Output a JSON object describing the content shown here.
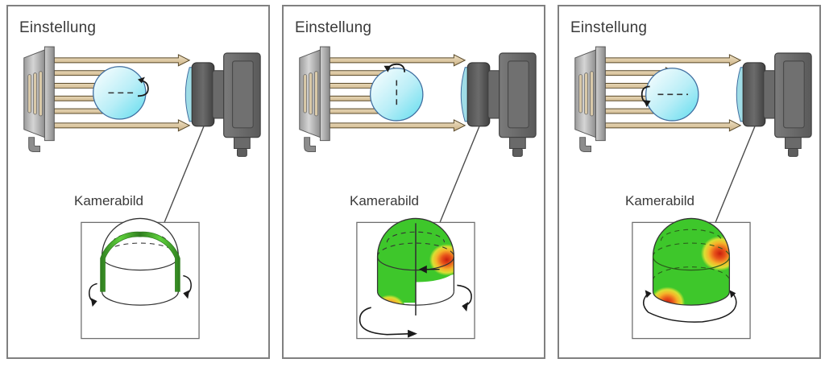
{
  "figure": {
    "background_color": "#ffffff",
    "panel_border_color": "#808080",
    "panel_count": 3
  },
  "labels": {
    "setting": "Einstellung",
    "camera_image": "Kamerabild"
  },
  "colors": {
    "beam_fill": "#e8d9b8",
    "beam_stroke": "#5a4a2a",
    "sphere_fill_light": "#ffffff",
    "sphere_fill_dark": "#7fe3f0",
    "sphere_stroke": "#3a5a8a",
    "camera_body": "#6e6e6e",
    "camera_body_dark": "#555555",
    "lamp_body": "#b8b8b8",
    "lamp_slot": "#d9c9a8",
    "dome_green": "#3ec72b",
    "dome_green_dark": "#2f7d1f",
    "hotspot_core": "#d62a14",
    "hotspot_mid": "#f08a1a",
    "hotspot_outer": "#f2e033",
    "outline": "#3a3a3a",
    "text": "#3a3a3a"
  },
  "panels": [
    {
      "id": "panel-0",
      "title": "Einstellung",
      "camera_image_label": "Kamerabild",
      "rotation_axis": "horizontal",
      "rotation_axis_dash_style": "dashed",
      "rotation_arrow_position": "right-of-sphere",
      "rotation_arrow_direction": "up",
      "dome_coverage": "edges-only",
      "dome_green_fill": false,
      "dome_edge_stripes": 2,
      "hotspot_count": 0,
      "dome_base_arrows": 2,
      "vertical_divider": false,
      "base_rotation_ring": false
    },
    {
      "id": "panel-1",
      "title": "Einstellung",
      "camera_image_label": "Kamerabild",
      "rotation_axis": "vertical",
      "rotation_axis_dash_style": "dashed",
      "rotation_arrow_position": "above-sphere",
      "rotation_arrow_direction": "left",
      "dome_coverage": "partial",
      "dome_green_fill": true,
      "dome_edge_stripes": 0,
      "hotspot_count": 2,
      "dome_base_arrows": 2,
      "vertical_divider": true,
      "base_rotation_ring": false
    },
    {
      "id": "panel-2",
      "title": "Einstellung",
      "camera_image_label": "Kamerabild",
      "rotation_axis": "horizontal",
      "rotation_axis_dash_style": "dashed",
      "rotation_arrow_position": "left-of-sphere",
      "rotation_arrow_direction": "down",
      "dome_coverage": "full",
      "dome_green_fill": true,
      "dome_edge_stripes": 0,
      "hotspot_count": 2,
      "dome_base_arrows": 2,
      "vertical_divider": false,
      "base_rotation_ring": true
    }
  ],
  "scene": {
    "light_source": {
      "name": "line-light",
      "beam_ray_count": 6,
      "beam_direction": "left-to-right"
    },
    "sample": {
      "name": "sphere-sample",
      "shape": "circle"
    },
    "camera": {
      "name": "camera",
      "parts": [
        "lens",
        "lens-barrel",
        "mount-ring",
        "body",
        "connector"
      ]
    }
  }
}
